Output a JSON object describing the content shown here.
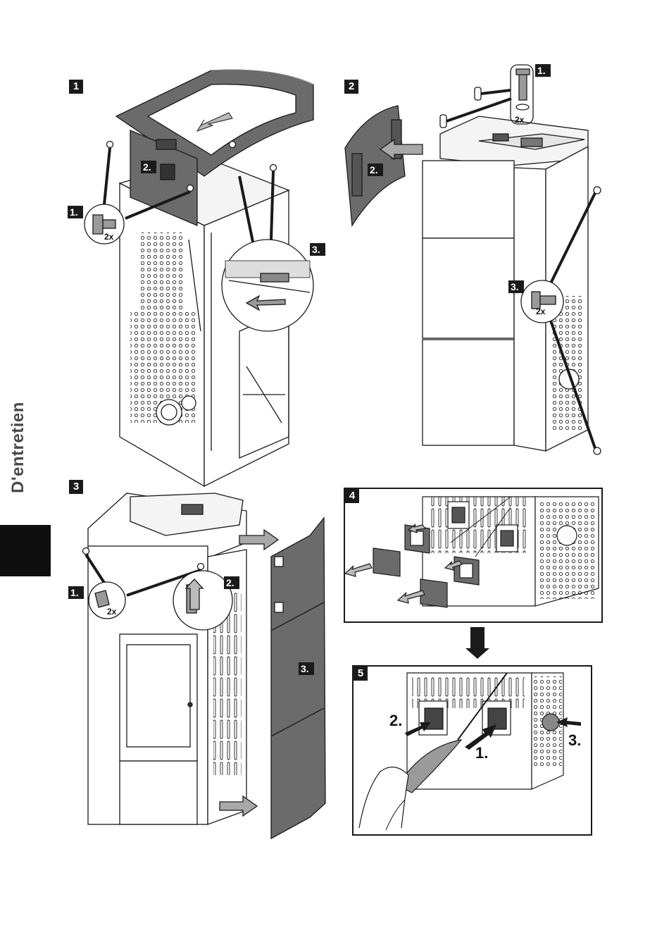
{
  "section_title": "D'entretien",
  "steps": [
    {
      "number": "1",
      "callouts": [
        "1.",
        "2.",
        "3."
      ],
      "quantity": "2x"
    },
    {
      "number": "2",
      "callouts": [
        "1.",
        "2.",
        "3."
      ],
      "quantities": [
        "2x",
        "2x"
      ]
    },
    {
      "number": "3",
      "callouts": [
        "1.",
        "2.",
        "3."
      ],
      "quantity": "2x"
    },
    {
      "number": "4"
    },
    {
      "number": "5",
      "callouts": [
        "2.",
        "1.",
        "3."
      ]
    }
  ],
  "colors": {
    "panel_gray": "#6b6b6b",
    "ink": "#1a1a1a",
    "arrow_gray": "#a8a8a8"
  }
}
